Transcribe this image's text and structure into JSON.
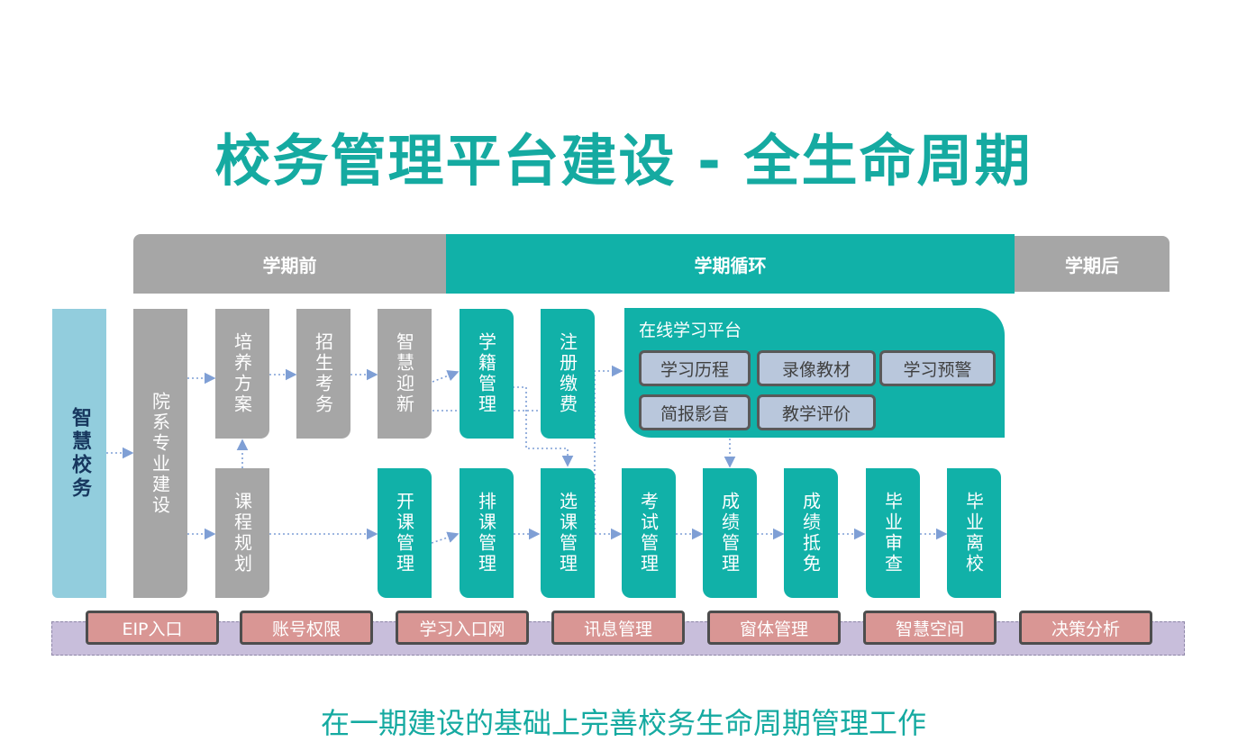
{
  "title": "校务管理平台建设 - 全生命周期",
  "phases": {
    "pre": "学期前",
    "cycle": "学期循环",
    "post": "学期后"
  },
  "root": "智慧校务",
  "pre_boxes": {
    "dept": "院系专业建设",
    "training": "培养方案",
    "enroll": "招生考务",
    "welcome": "智慧迎新",
    "curriculum": "课程规划"
  },
  "cycle_boxes": {
    "status": "学籍管理",
    "register": "注册缴费",
    "opening": "开课管理",
    "scheduling": "排课管理",
    "selection": "选课管理",
    "exam": "考试管理",
    "grades": "成绩管理",
    "credit": "成绩抵免",
    "audit": "毕业审查",
    "leaving": "毕业离校"
  },
  "online_platform": {
    "title": "在线学习平台",
    "items": [
      "学习历程",
      "录像教材",
      "学习预警",
      "简报影音",
      "教学评价"
    ]
  },
  "bottom_bar": [
    "EIP入口",
    "账号权限",
    "学习入口网",
    "讯息管理",
    "窗体管理",
    "智慧空间",
    "决策分析"
  ],
  "subtitle": "在一期建设的基础上完善校务生命周期管理工作",
  "colors": {
    "teal": "#11b1a8",
    "gray": "#a6a6a6",
    "root": "#92cddd",
    "chip": "#b9c7dc",
    "pill": "#d99694",
    "arrow": "#7f9fd5"
  }
}
